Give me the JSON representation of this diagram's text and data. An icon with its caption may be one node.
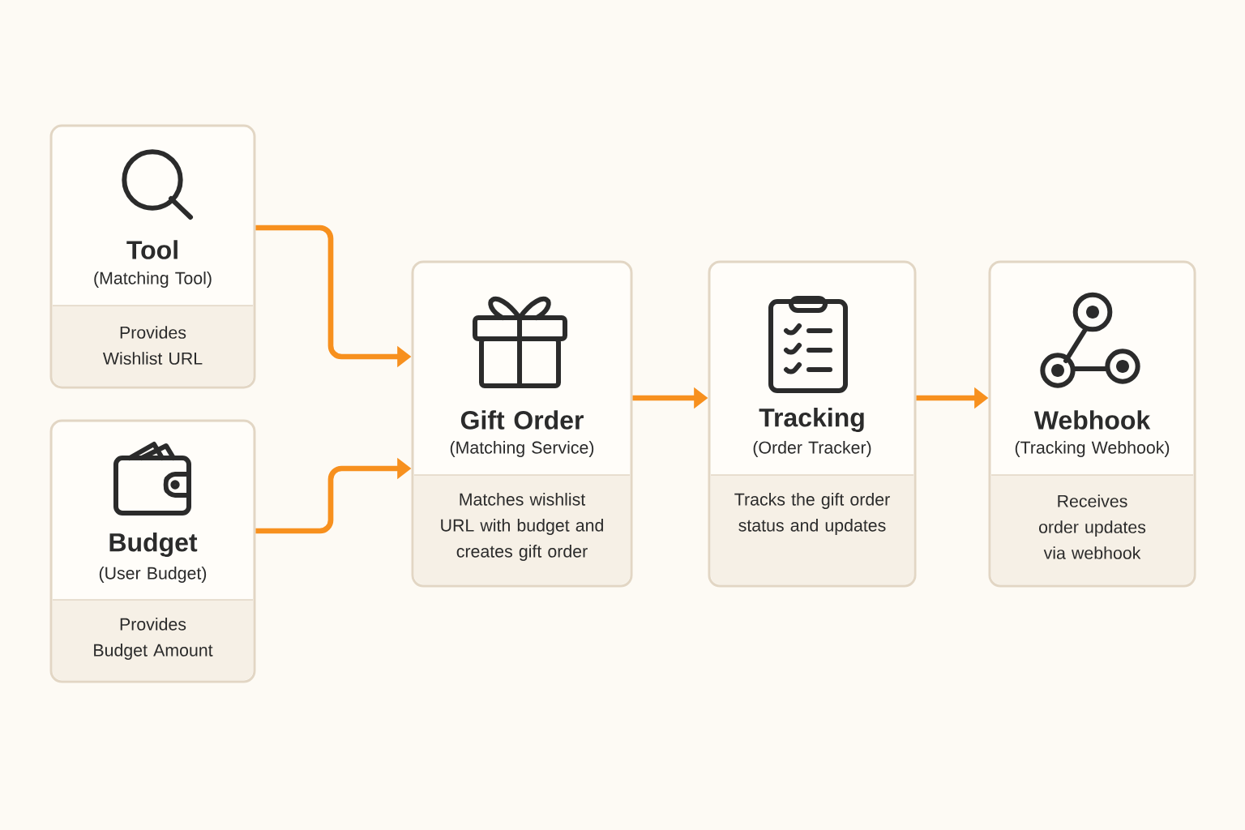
{
  "diagram": {
    "nodes": [
      {
        "text": [
          "Tool",
          "(Matching Tool)",
          "Provides Wishlist URL"
        ]
      },
      {
        "text": [
          "Budget",
          "(User Budget)",
          "Provides Budget Amount"
        ]
      },
      {
        "text": [
          "Gift Order",
          "(Matching Service)",
          "Matches wishlist URL with budget and creates gift order"
        ]
      },
      {
        "text": [
          "Tracking",
          "(Order Tracker)",
          "Tracks the gift order status and updates"
        ]
      },
      {
        "text": [
          "Webhook",
          "(Tracking Webhook)",
          "Receives order updates via webhook"
        ]
      }
    ],
    "edges": [
      {
        "from": 0,
        "to": 2,
        "arrow": "to"
      },
      {
        "from": 1,
        "to": 2,
        "arrow": "to"
      },
      {
        "from": 2,
        "to": 3,
        "arrow": "to"
      },
      {
        "from": 3,
        "to": 4,
        "arrow": "to"
      }
    ]
  }
}
